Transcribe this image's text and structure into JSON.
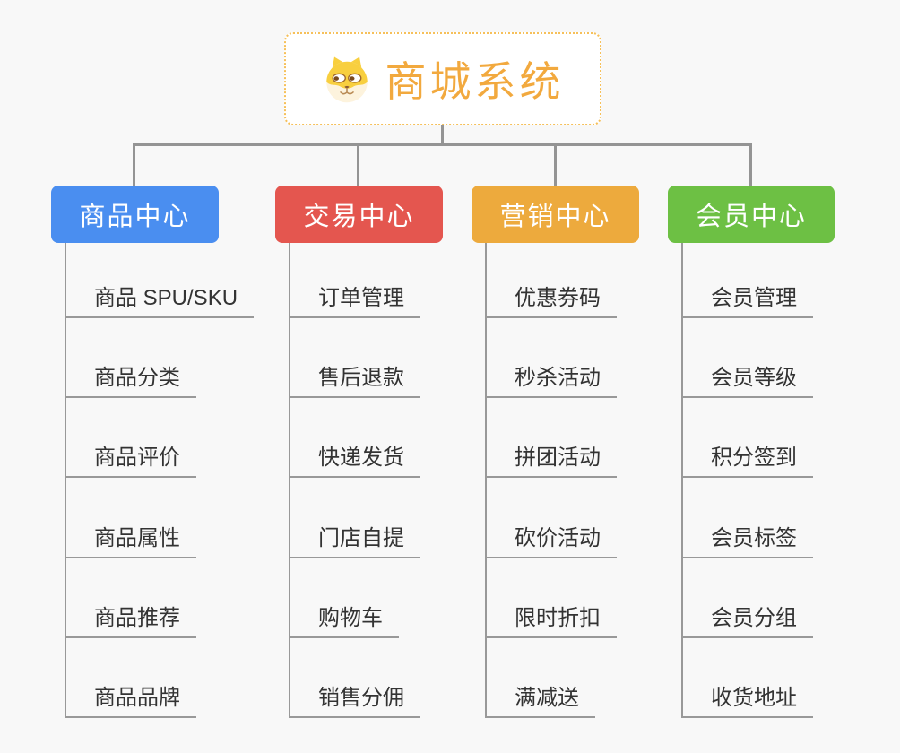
{
  "app": {
    "background_color": "#f8f8f8",
    "connector_color": "#999999"
  },
  "root": {
    "title": "商城系统",
    "icon": "dog-face-icon",
    "text_color": "#f2a93e",
    "border_color": "#f6c05a"
  },
  "branches": [
    {
      "label": "商品中心",
      "color": "#4a8ef0",
      "items": [
        "商品 SPU/SKU",
        "商品分类",
        "商品评价",
        "商品属性",
        "商品推荐",
        "商品品牌"
      ]
    },
    {
      "label": "交易中心",
      "color": "#e4564f",
      "items": [
        "订单管理",
        "售后退款",
        "快递发货",
        "门店自提",
        "购物车",
        "销售分佣"
      ]
    },
    {
      "label": "营销中心",
      "color": "#edaa3d",
      "items": [
        "优惠券码",
        "秒杀活动",
        "拼团活动",
        "砍价活动",
        "限时折扣",
        "满减送"
      ]
    },
    {
      "label": "会员中心",
      "color": "#6dc044",
      "items": [
        "会员管理",
        "会员等级",
        "积分签到",
        "会员标签",
        "会员分组",
        "收货地址"
      ]
    }
  ]
}
